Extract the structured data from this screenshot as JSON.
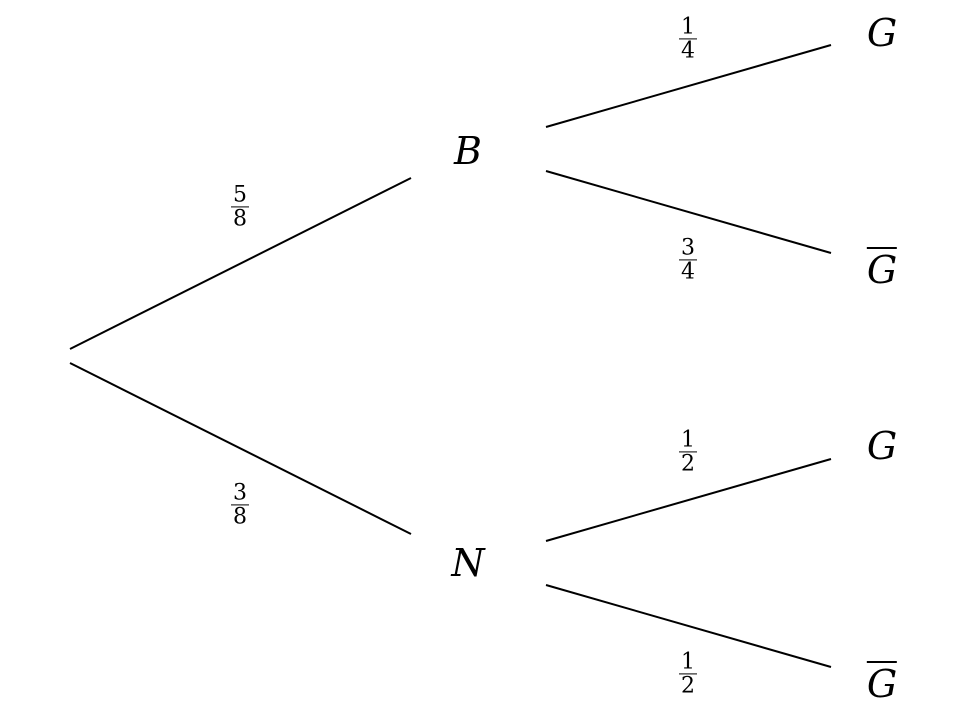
{
  "tree": {
    "level1": [
      {
        "label": "B",
        "prob": {
          "num": "5",
          "den": "8"
        }
      },
      {
        "label": "N",
        "prob": {
          "num": "3",
          "den": "8"
        }
      }
    ],
    "level2": [
      {
        "label": "G",
        "overline": false,
        "prob": {
          "num": "1",
          "den": "4"
        }
      },
      {
        "label": "G",
        "overline": true,
        "prob": {
          "num": "3",
          "den": "4"
        }
      },
      {
        "label": "G",
        "overline": false,
        "prob": {
          "num": "1",
          "den": "2"
        }
      },
      {
        "label": "G",
        "overline": true,
        "prob": {
          "num": "1",
          "den": "2"
        }
      }
    ]
  }
}
